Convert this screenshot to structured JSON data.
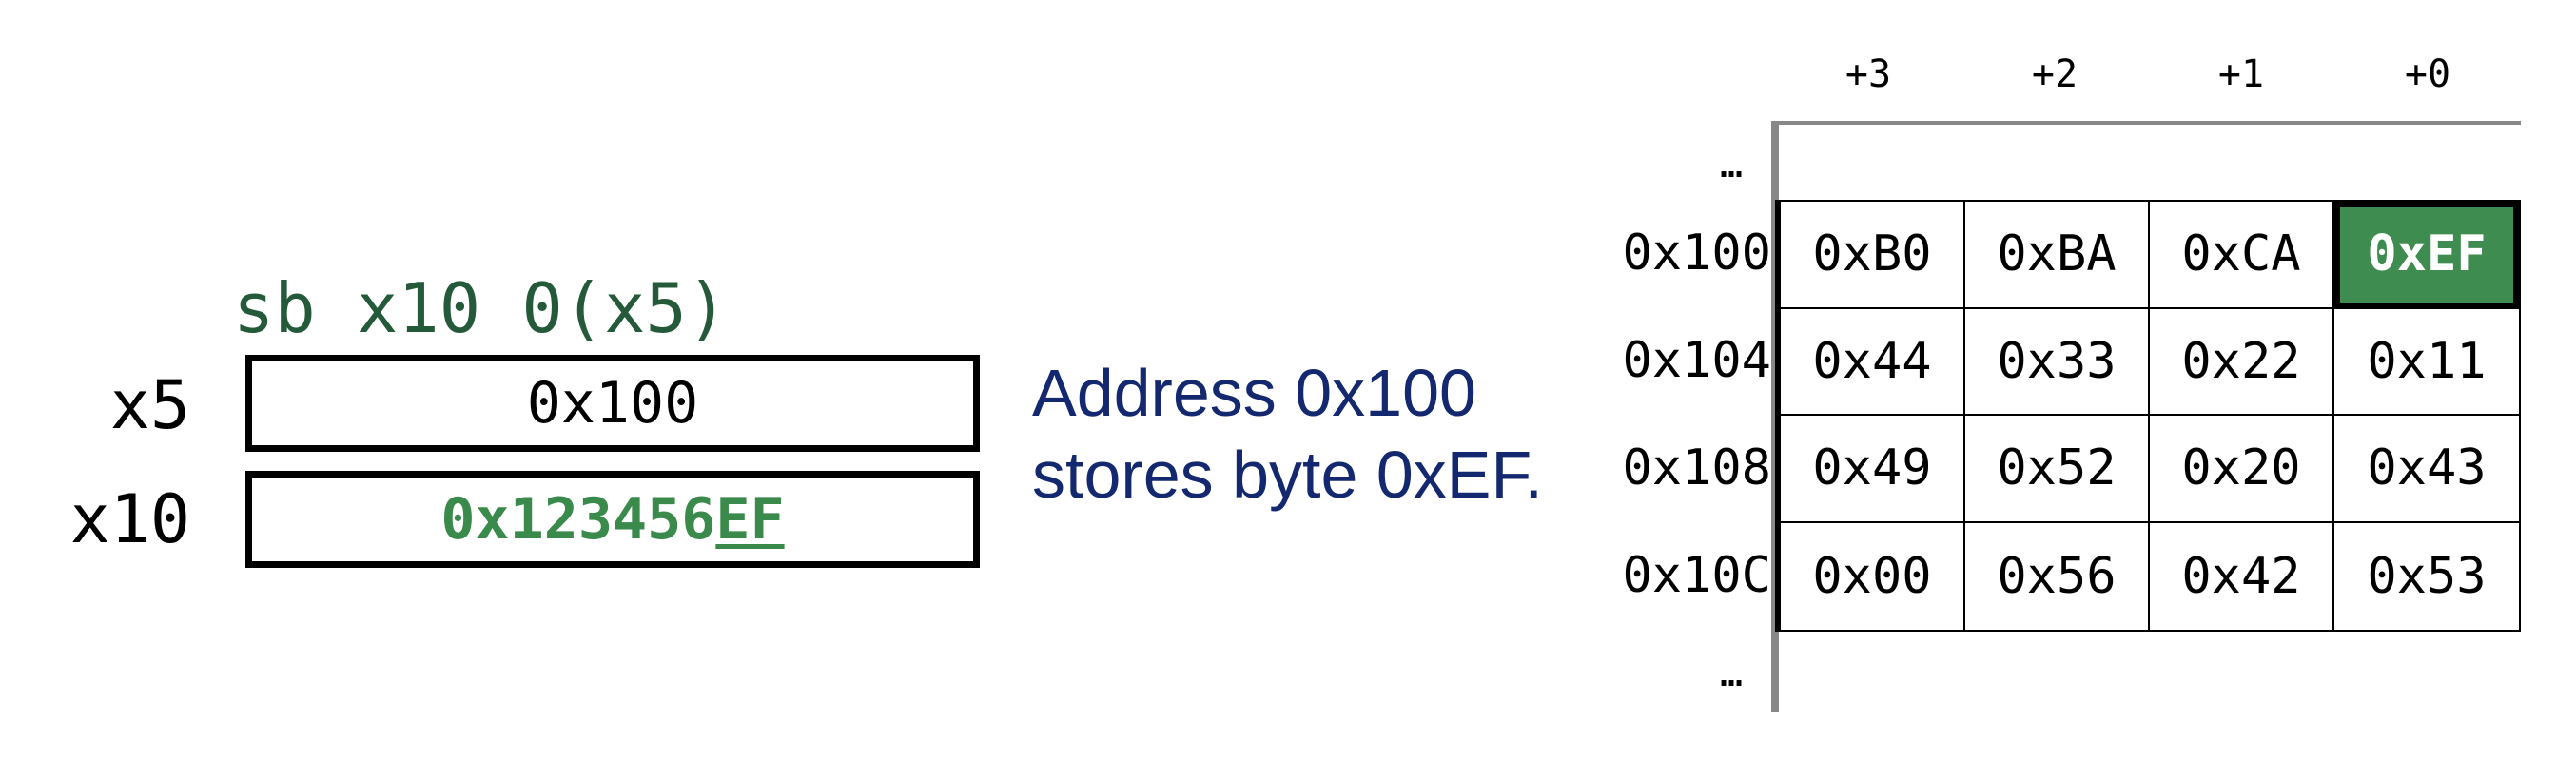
{
  "instruction": "sb x10 0(x5)",
  "registers": [
    {
      "name": "x5",
      "value": "0x100"
    },
    {
      "name": "x10",
      "value_prefix": "0x123456",
      "value_suffix": "EF"
    }
  ],
  "description": "Address 0x100 stores byte 0xEF.",
  "memory": {
    "column_headers": [
      "+3",
      "+2",
      "+1",
      "+0"
    ],
    "ellipsis": "…",
    "rows": [
      {
        "address": "0x100",
        "bytes": [
          "0xB0",
          "0xBA",
          "0xCA",
          "0xEF"
        ]
      },
      {
        "address": "0x104",
        "bytes": [
          "0x44",
          "0x33",
          "0x22",
          "0x11"
        ]
      },
      {
        "address": "0x108",
        "bytes": [
          "0x49",
          "0x52",
          "0x20",
          "0x43"
        ]
      },
      {
        "address": "0x10C",
        "bytes": [
          "0x00",
          "0x56",
          "0x42",
          "0x53"
        ]
      }
    ],
    "highlight_color": "#3e8c4f"
  },
  "colors": {
    "instruction": "#245a3a",
    "description": "#13286e",
    "highlight": "#3a8a4b"
  }
}
